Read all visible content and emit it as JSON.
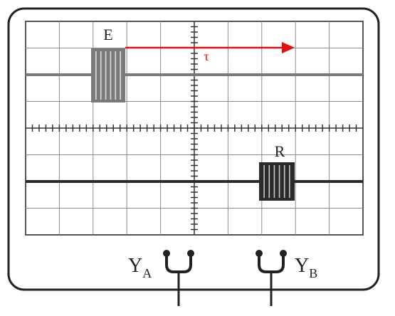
{
  "screen": {
    "columns": 10,
    "rows": 8,
    "grid_color": "#8a8a8a",
    "frame_color": "#222222",
    "background": "#ffffff"
  },
  "traces": {
    "upper": {
      "label": "E",
      "color": "#7a7a7a"
    },
    "lower": {
      "label": "R",
      "color": "#2a2a2a"
    }
  },
  "delay_arrow": {
    "label": "τ",
    "color": "#e01010"
  },
  "inputs": {
    "a": {
      "letter": "Y",
      "subscript": "A"
    },
    "b": {
      "letter": "Y",
      "subscript": "B"
    }
  }
}
